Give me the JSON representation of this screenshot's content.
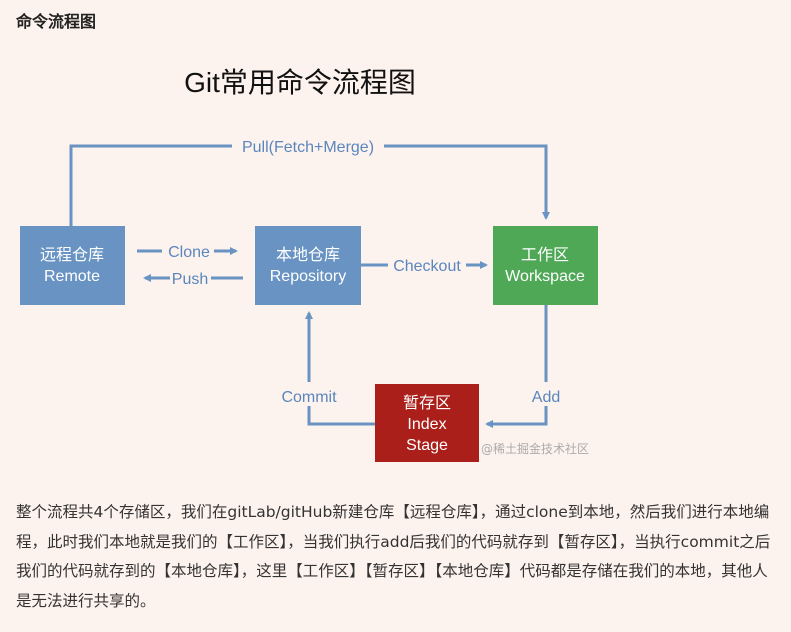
{
  "heading": "命令流程图",
  "diagram": {
    "title": "Git常用命令流程图",
    "colors": {
      "blue": "#6893c3",
      "green": "#4ea855",
      "red": "#ab1f1a",
      "line": "#6893c3"
    },
    "nodes": {
      "remote": {
        "zh": "远程仓库",
        "en": "Remote"
      },
      "local": {
        "zh": "本地仓库",
        "en": "Repository"
      },
      "workspace": {
        "zh": "工作区",
        "en": "Workspace"
      },
      "index": {
        "zh": "暂存区",
        "en1": "Index",
        "en2": "Stage"
      }
    },
    "edges": {
      "pull": "Pull(Fetch+Merge)",
      "clone": "Clone",
      "push": "Push",
      "checkout": "Checkout",
      "commit": "Commit",
      "add": "Add"
    },
    "watermark": "@稀土掘金技术社区"
  },
  "paragraph": "整个流程共4个存储区，我们在gitLab/gitHub新建仓库【远程仓库】，通过clone到本地，然后我们进行本地编程，此时我们本地就是我们的【工作区】，当我们执行add后我们的代码就存到【暂存区】，当执行commit之后我们的代码就存到的【本地仓库】，这里【工作区】【暂存区】【本地仓库】代码都是存储在我们的本地，其他人是无法进行共享的。"
}
